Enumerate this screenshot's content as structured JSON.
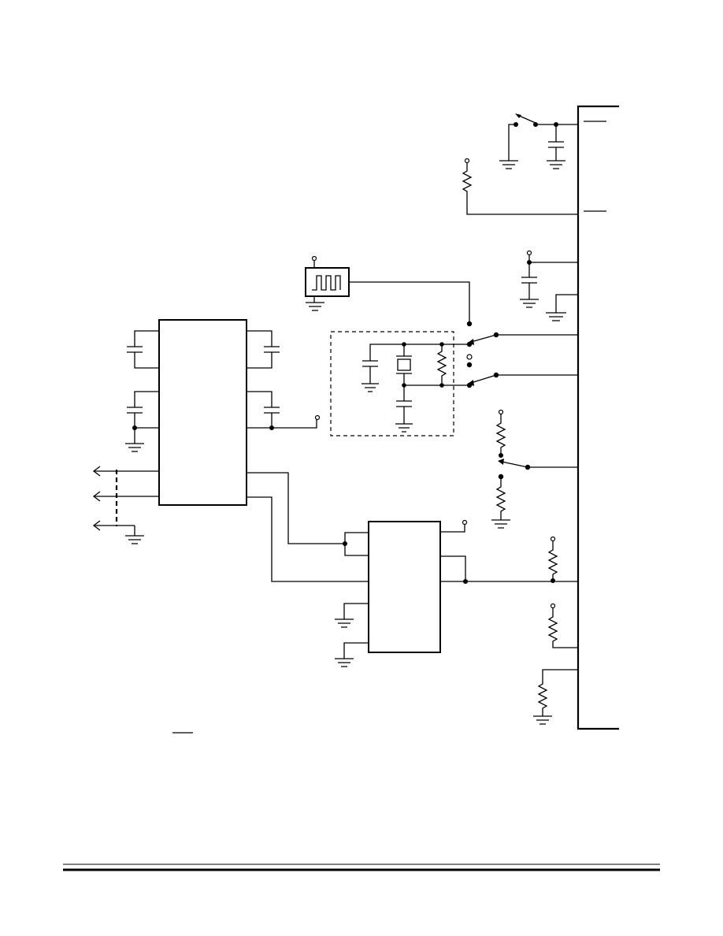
{
  "diagram": {
    "kind": "schematic",
    "colors": {
      "ink": "#000000",
      "background": "#ffffff"
    }
  },
  "components": [
    {
      "kind": "connector-header",
      "icon": "connector-icon"
    },
    {
      "kind": "reset-switch",
      "icon": "switch-icon"
    },
    {
      "kind": "oscillator",
      "icon": "square-wave-icon"
    },
    {
      "kind": "crystal-circuit",
      "icon": "crystal-icon"
    },
    {
      "kind": "line-driver-ic",
      "icon": "ic-icon"
    },
    {
      "kind": "buffer-ic",
      "icon": "ic-icon"
    },
    {
      "kind": "potentiometer",
      "icon": "potentiometer-icon"
    },
    {
      "kind": "ground",
      "icon": "ground-icon"
    }
  ]
}
